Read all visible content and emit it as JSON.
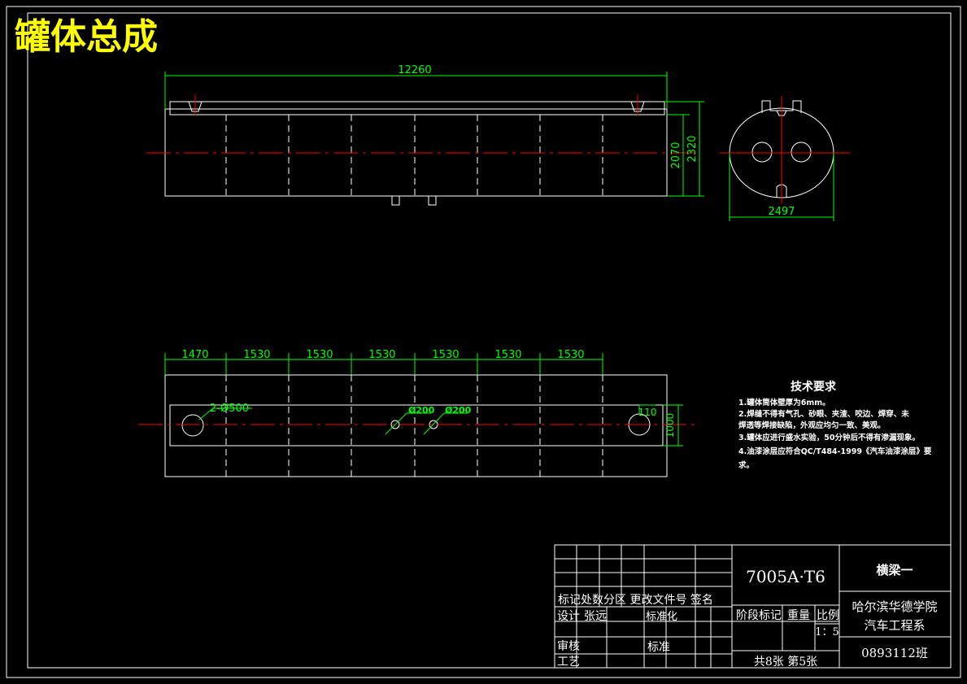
{
  "title": "罐体总成",
  "side_view": {
    "dims": {
      "length": "12260",
      "inner_height": "2070",
      "outer_height": "2320"
    }
  },
  "end_view": {
    "dims": {
      "width": "2497"
    }
  },
  "bottom_view": {
    "spacings": [
      "1470",
      "1530",
      "1530",
      "1530",
      "1530",
      "1530",
      "1530"
    ],
    "hole_large": "2-Ø500",
    "hole_small_1": "Ø200",
    "hole_small_2": "Ø200",
    "offset": "110",
    "band": "1000"
  },
  "tech": {
    "heading": "技术要求",
    "lines": [
      "1.罐体筒体壁厚为6mm。",
      "2.焊缝不得有气孔、砂眼、夹渣、咬边、焊穿、未",
      "焊透等焊接缺陷，外观应均匀一致、美观。",
      "3.罐体应进行盛水实验，50分钟后不得有渗漏现象。",
      "4.油漆涂层应符合QC/T484-1999《汽车油漆涂层》要",
      "求。"
    ]
  },
  "title_block": {
    "material": "7005A·T6",
    "part_name": "横梁一",
    "school": "哈尔滨华德学院",
    "department": "汽车工程系",
    "class_no": "0893112班",
    "sheet_info": "共8张  第5张",
    "scale": "1：5",
    "labels": {
      "mark_row": "标记处数分区 更改文件号 签名",
      "design": "设计",
      "designer": "张远",
      "std": "标准化",
      "stage": "阶段标记",
      "weight": "重量",
      "ratio": "比例",
      "review": "审核",
      "standard": "标准",
      "process": "工艺"
    }
  }
}
